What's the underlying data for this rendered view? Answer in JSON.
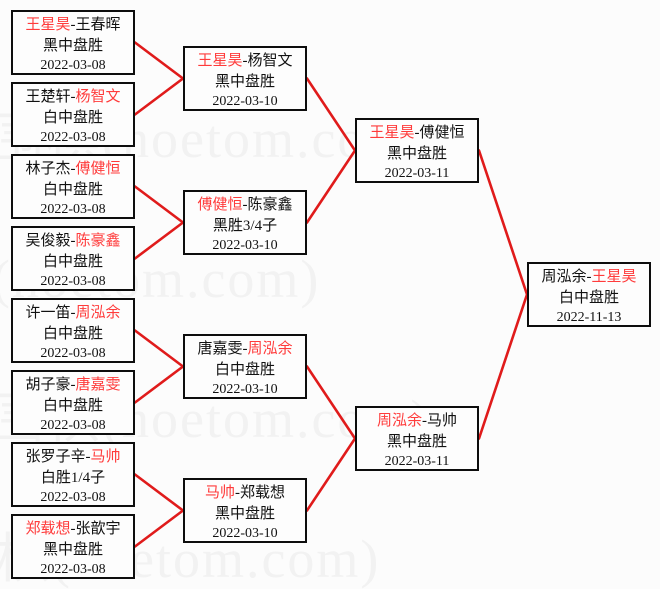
{
  "meta": {
    "watermark_text": "围棋(hoetom.com)",
    "win_color": "#ff3b3b",
    "lose_color": "#111111",
    "connector_color": "#e01b1b",
    "box_border_color": "#0d0d0d",
    "background_color": "#fcfcfc"
  },
  "rounds": [
    {
      "name": "round-1",
      "matches": [
        {
          "id": "r1m1",
          "left_player": "王星昊",
          "right_player": "王春晖",
          "separator": "-",
          "winner": "left",
          "result": "黑中盘胜",
          "date": "2022-03-08"
        },
        {
          "id": "r1m2",
          "left_player": "王楚轩",
          "right_player": "杨智文",
          "separator": "-",
          "winner": "right",
          "result": "白中盘胜",
          "date": "2022-03-08"
        },
        {
          "id": "r1m3",
          "left_player": "林子杰",
          "right_player": "傅健恒",
          "separator": "-",
          "winner": "right",
          "result": "白中盘胜",
          "date": "2022-03-08"
        },
        {
          "id": "r1m4",
          "left_player": "吴俊毅",
          "right_player": "陈豪鑫",
          "separator": "-",
          "winner": "right",
          "result": "白中盘胜",
          "date": "2022-03-08"
        },
        {
          "id": "r1m5",
          "left_player": "许一笛",
          "right_player": "周泓余",
          "separator": "-",
          "winner": "right",
          "result": "白中盘胜",
          "date": "2022-03-08"
        },
        {
          "id": "r1m6",
          "left_player": "胡子豪",
          "right_player": "唐嘉雯",
          "separator": "-",
          "winner": "right",
          "result": "白中盘胜",
          "date": "2022-03-08"
        },
        {
          "id": "r1m7",
          "left_player": "张罗子辛",
          "right_player": "马帅",
          "separator": "-",
          "winner": "right",
          "result": "白胜1/4子",
          "date": "2022-03-08"
        },
        {
          "id": "r1m8",
          "left_player": "郑载想",
          "right_player": "张歆宇",
          "separator": "-",
          "winner": "left",
          "result": "黑中盘胜",
          "date": "2022-03-08"
        }
      ]
    },
    {
      "name": "round-2",
      "matches": [
        {
          "id": "r2m1",
          "left_player": "王星昊",
          "right_player": "杨智文",
          "separator": "-",
          "winner": "left",
          "result": "黑中盘胜",
          "date": "2022-03-10"
        },
        {
          "id": "r2m2",
          "left_player": "傅健恒",
          "right_player": "陈豪鑫",
          "separator": "-",
          "winner": "left",
          "result": "黑胜3/4子",
          "date": "2022-03-10"
        },
        {
          "id": "r2m3",
          "left_player": "唐嘉雯",
          "right_player": "周泓余",
          "separator": "-",
          "winner": "right",
          "result": "白中盘胜",
          "date": "2022-03-10"
        },
        {
          "id": "r2m4",
          "left_player": "马帅",
          "right_player": "郑载想",
          "separator": "-",
          "winner": "left",
          "result": "黑中盘胜",
          "date": "2022-03-10"
        }
      ]
    },
    {
      "name": "semifinal",
      "matches": [
        {
          "id": "r3m1",
          "left_player": "王星昊",
          "right_player": "傅健恒",
          "separator": "-",
          "winner": "left",
          "result": "黑中盘胜",
          "date": "2022-03-11"
        },
        {
          "id": "r3m2",
          "left_player": "周泓余",
          "right_player": "马帅",
          "separator": "-",
          "winner": "left",
          "result": "黑中盘胜",
          "date": "2022-03-11"
        }
      ]
    },
    {
      "name": "final",
      "matches": [
        {
          "id": "r4m1",
          "left_player": "周泓余",
          "right_player": "王星昊",
          "separator": "-",
          "winner": "right",
          "result": "白中盘胜",
          "date": "2022-11-13"
        }
      ]
    }
  ]
}
